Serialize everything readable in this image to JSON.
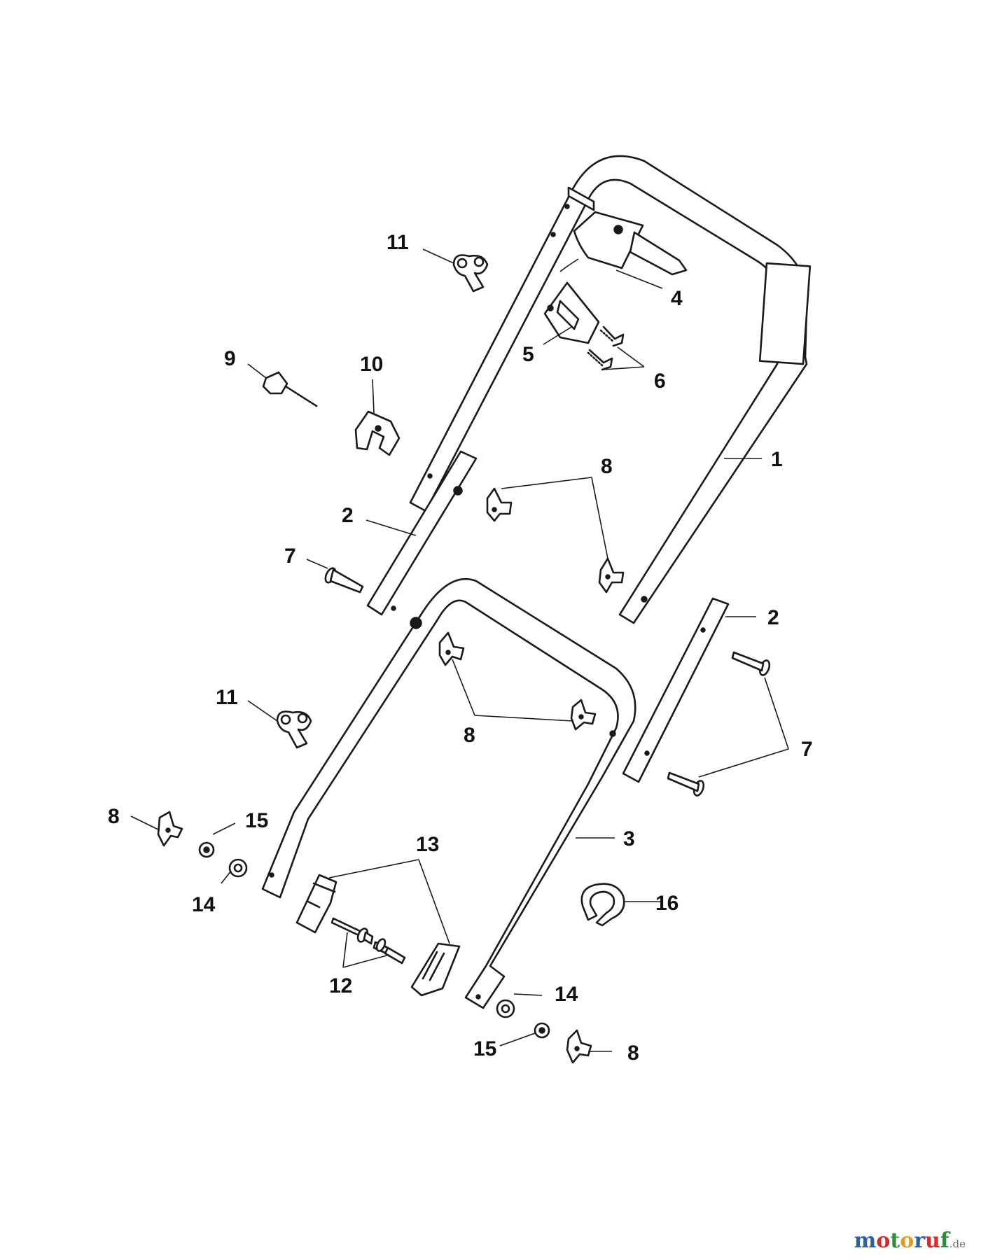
{
  "diagram": {
    "callouts": [
      {
        "id": "c1",
        "label": "1"
      },
      {
        "id": "c2a",
        "label": "2"
      },
      {
        "id": "c2b",
        "label": "2"
      },
      {
        "id": "c3",
        "label": "3"
      },
      {
        "id": "c4",
        "label": "4"
      },
      {
        "id": "c5",
        "label": "5"
      },
      {
        "id": "c6",
        "label": "6"
      },
      {
        "id": "c7a",
        "label": "7"
      },
      {
        "id": "c7b",
        "label": "7"
      },
      {
        "id": "c8a",
        "label": "8"
      },
      {
        "id": "c8b",
        "label": "8"
      },
      {
        "id": "c8c",
        "label": "8"
      },
      {
        "id": "c8d",
        "label": "8"
      },
      {
        "id": "c9",
        "label": "9"
      },
      {
        "id": "c10",
        "label": "10"
      },
      {
        "id": "c11a",
        "label": "11"
      },
      {
        "id": "c11b",
        "label": "11"
      },
      {
        "id": "c12",
        "label": "12"
      },
      {
        "id": "c13",
        "label": "13"
      },
      {
        "id": "c14a",
        "label": "14"
      },
      {
        "id": "c14b",
        "label": "14"
      },
      {
        "id": "c15a",
        "label": "15"
      },
      {
        "id": "c15b",
        "label": "15"
      },
      {
        "id": "c16",
        "label": "16"
      }
    ]
  },
  "watermark": {
    "letters": [
      "m",
      "o",
      "t",
      "o",
      "r",
      "u",
      "f"
    ],
    "letter_colors": [
      "#2b5fa8",
      "#d42b2b",
      "#2e8b3a",
      "#e39a1f",
      "#2b5fa8",
      "#d42b2b",
      "#2e8b3a"
    ],
    "suffix": ".de"
  }
}
